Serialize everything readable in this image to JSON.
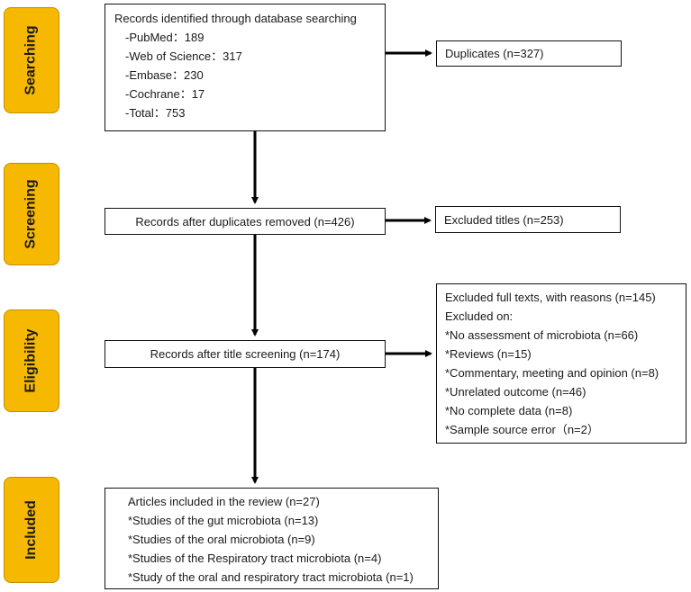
{
  "stages": [
    {
      "label": "Searching"
    },
    {
      "label": "Screening"
    },
    {
      "label": "Eligibility"
    },
    {
      "label": "Included"
    }
  ],
  "identification": {
    "title": "Records identified through database searching",
    "sources": [
      "-PubMed：189",
      "-Web of Science：317",
      "-Embase：230",
      "-Cochrane：17",
      "-Total：753"
    ]
  },
  "duplicates": "Duplicates (n=327)",
  "after_duplicates": "Records after duplicates removed (n=426)",
  "excluded_titles": "Excluded titles (n=253)",
  "after_title": "Records after title screening (n=174)",
  "excluded_fulltext": {
    "title": "Excluded full texts, with reasons (n=145)",
    "subtitle": "Excluded on:",
    "reasons": [
      "*No assessment of microbiota (n=66)",
      "*Reviews (n=15)",
      "*Commentary, meeting and opinion (n=8)",
      "*Unrelated outcome (n=46)",
      "*No complete data (n=8)",
      "*Sample source error（n=2）"
    ]
  },
  "included": {
    "title": "Articles included in the review (n=27)",
    "items": [
      "*Studies of the gut microbiota (n=13)",
      "*Studies of the oral microbiota (n=9)",
      "*Studies of the Respiratory tract microbiota (n=4)",
      "*Study of the oral and respiratory tract microbiota (n=1)"
    ]
  }
}
